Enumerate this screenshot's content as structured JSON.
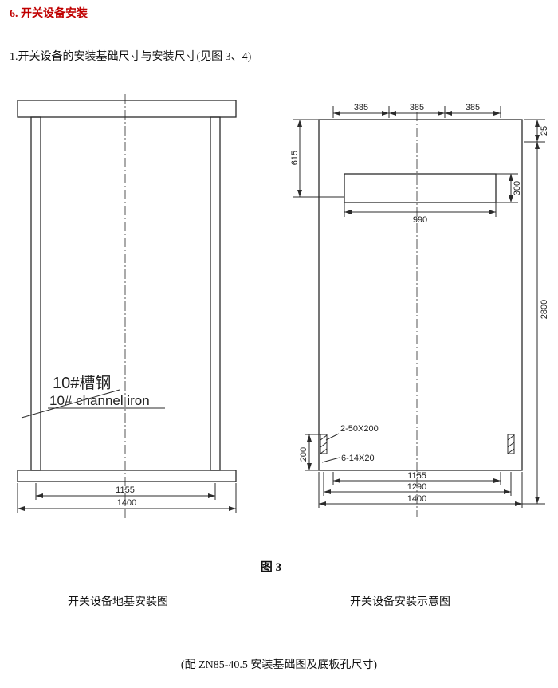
{
  "colors": {
    "heading": "#c00000",
    "ink": "#2b2b2b"
  },
  "doc": {
    "section_heading": "6. 开关设备安装",
    "intro_line": "1.开关设备的安装基础尺寸与安装尺寸(见图 3、4)",
    "figure_label": "图 3",
    "caption_left": "开关设备地基安装图",
    "caption_right": "开关设备安装示意图",
    "footer_note": "(配 ZN85-40.5  安装基础图及底板孔尺寸)"
  },
  "foundation_drawing": {
    "channel_label_cn": "10#槽钢",
    "channel_label_en": "10# channel iron",
    "dim_width_inner": "1155",
    "dim_width_outer": "1400"
  },
  "panel_drawing": {
    "dim_top_1": "385",
    "dim_top_2": "385",
    "dim_top_3": "385",
    "dim_offset_25": "25",
    "dim_615": "615",
    "dim_300": "300",
    "dim_990": "990",
    "dim_height_2800": "2800",
    "dim_200": "200",
    "label_slots": "2-50X200",
    "label_holes": "6-14X20",
    "dim_bottom_1155": "1155",
    "dim_bottom_1290": "1290",
    "dim_bottom_1400": "1400"
  }
}
